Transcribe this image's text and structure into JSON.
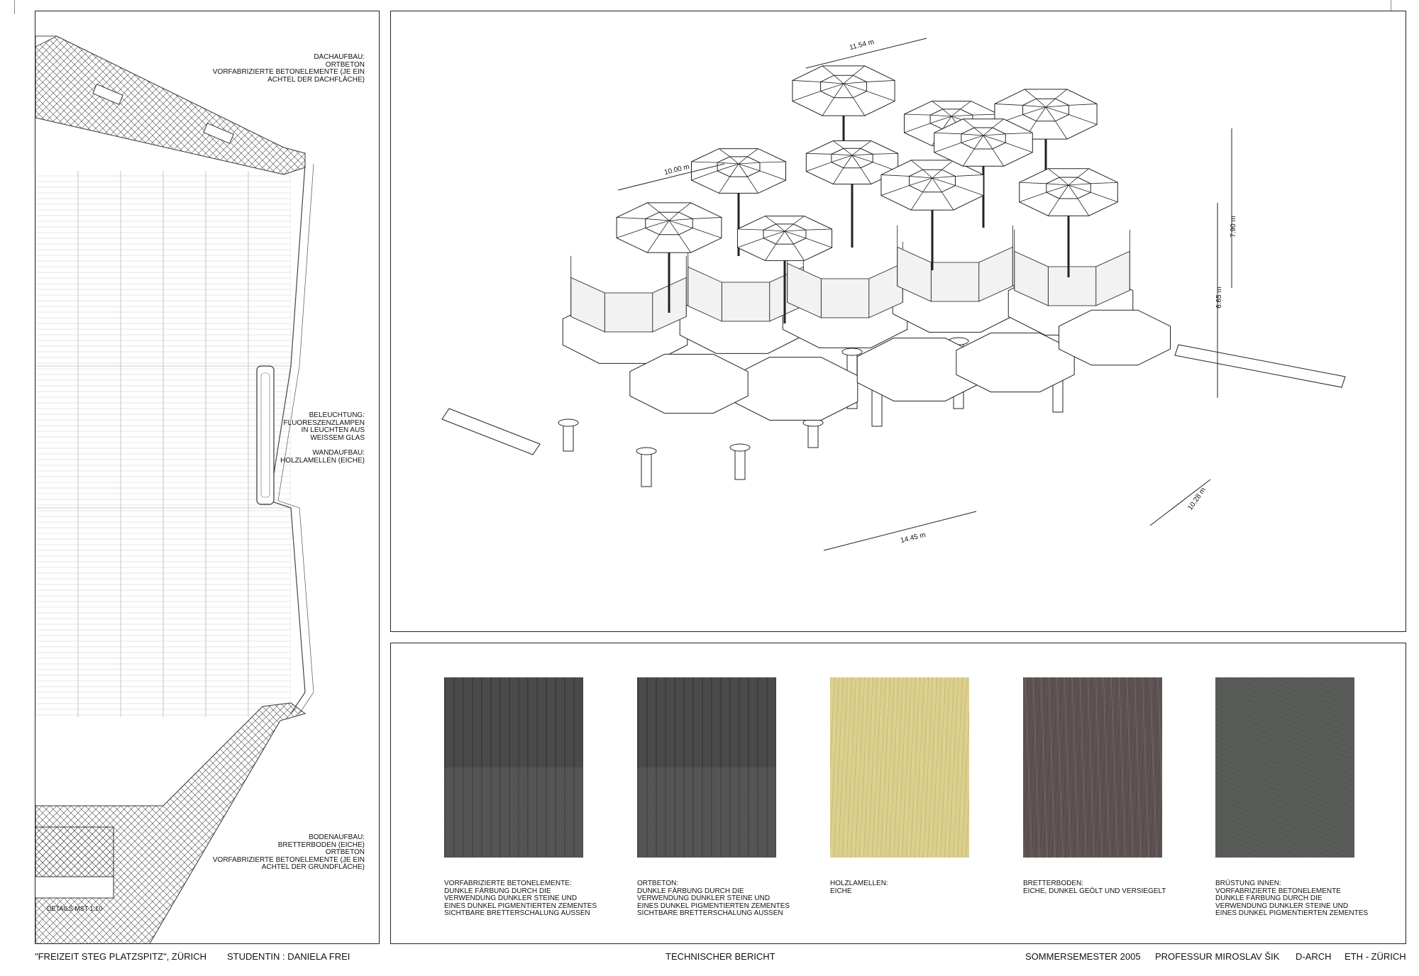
{
  "left_panel": {
    "notes": {
      "roof": "DACHAUFBAU:\nORTBETON\nVORFABRIZIERTE BETONELEMENTE (JE EIN\nACHTEL DER DACHFLÄCHE)",
      "light": "BELEUCHTUNG:\nFLUORESZENZLAMPEN\nIN LEUCHTEN AUS\nWEISSEM GLAS",
      "wall": "WANDAUFBAU:\nHOLZLAMELLEN (EICHE)",
      "floor": "BODENAUFBAU:\nBRETTERBODEN (EICHE)\nORTBETON\nVORFABRIZIERTE BETONELEMENTE (JE EIN\nACHTEL DER GRUNDFLÄCHE)"
    },
    "scale_label": "DETAILS MST 1:10"
  },
  "iso_panel": {
    "dimensions": {
      "top": "11.54 m",
      "left": "10.00 m",
      "height_total": "7.90 m",
      "height_lower": "6.65 m",
      "bottom_front": "14.45 m",
      "bottom_right": "10.28 m"
    }
  },
  "materials": [
    {
      "id": "betonelemente",
      "color": "#4a4a4a",
      "caption": "VORFABRIZIERTE BETONELEMENTE:\nDUNKLE FÄRBUNG DURCH DIE\nVERWENDUNG DUNKLER STEINE UND\nEINES DUNKEL PIGMENTIERTEN ZEMENTES\nSICHTBARE BRETTERSCHALUNG AUSSEN"
    },
    {
      "id": "ortbeton",
      "color": "#4a4a4a",
      "caption": "ORTBETON:\nDUNKLE FÄRBUNG DURCH DIE\nVERWENDUNG DUNKLER STEINE UND\nEINES DUNKEL PIGMENTIERTEN ZEMENTES\nSICHTBARE BRETTERSCHALUNG AUSSEN"
    },
    {
      "id": "holzlamellen",
      "color": "#dccf8c",
      "caption": "HOLZLAMELLEN:\nEICHE"
    },
    {
      "id": "bretterboden",
      "color": "#5e5252",
      "caption": "BRETTERBODEN:\nEICHE, DUNKEL GEÖLT UND VERSIEGELT"
    },
    {
      "id": "bruestung",
      "color": "#595b58",
      "caption": "BRÜSTUNG INNEN:\nVORFABRIZIERTE BETONELEMENTE\nDUNKLE FÄRBUNG DURCH DIE\nVERWENDUNG DUNKLER STEINE UND\nEINES DUNKEL PIGMENTIERTEN ZEMENTES"
    }
  ],
  "footer": {
    "project": "\"FREIZEIT STEG  PLATZSPITZ\", ZÜRICH",
    "student": "STUDENTIN : DANIELA FREI",
    "title": "TECHNISCHER BERICHT",
    "semester": "SOMMERSEMESTER 2005",
    "professor": "PROFESSUR MIROSLAV ŠIK",
    "dept": "D-ARCH",
    "school": "ETH - ZÜRICH"
  }
}
